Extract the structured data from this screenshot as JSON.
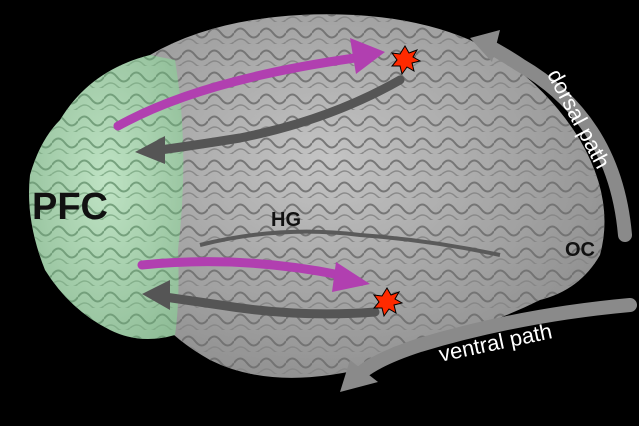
{
  "labels": {
    "pfc": "PFC",
    "hg": "HG",
    "oc": "OC",
    "dorsal": "dorsal path",
    "ventral": "ventral path"
  },
  "colors": {
    "background": "#000000",
    "pfc_region": "#a9d4b0",
    "brain": "#a9a9a9",
    "forward_arrow": "#b13fb0",
    "backward_arrow": "#555555",
    "path_arrow": "#8a8a8a",
    "burst": "#ff2a00"
  }
}
